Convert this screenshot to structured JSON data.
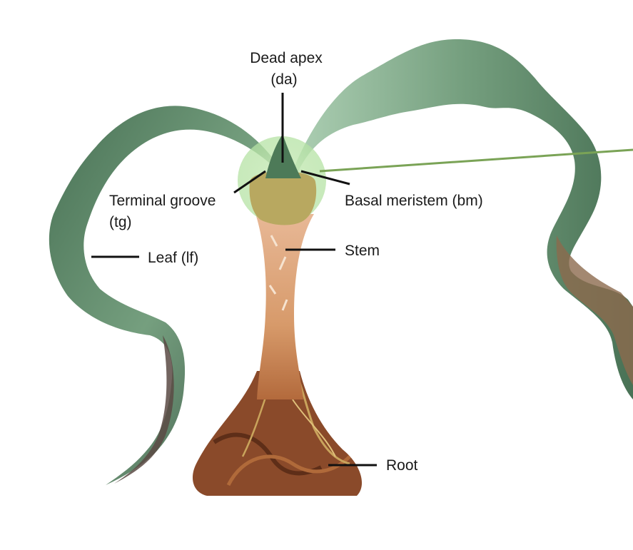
{
  "diagram": {
    "labels": {
      "dead_apex_line1": "Dead apex",
      "dead_apex_line2": "(da)",
      "terminal_groove_line1": "Terminal groove",
      "terminal_groove_line2": "(tg)",
      "basal_meristem": "Basal meristem (bm)",
      "leaf": "Leaf (lf)",
      "stem": "Stem",
      "root": "Root"
    },
    "colors": {
      "leaf_dark": "#3f6a4c",
      "leaf_mid": "#6e9a78",
      "leaf_light": "#a9cdb0",
      "leaf_dry": "#8c6a4e",
      "highlight_green": "#b5e2a4",
      "pointer_line": "#7aa356",
      "meristem": "#b8a860",
      "stem": "#d79a6a",
      "root": "#8a4a2a",
      "root_light": "#c9a45c"
    }
  }
}
